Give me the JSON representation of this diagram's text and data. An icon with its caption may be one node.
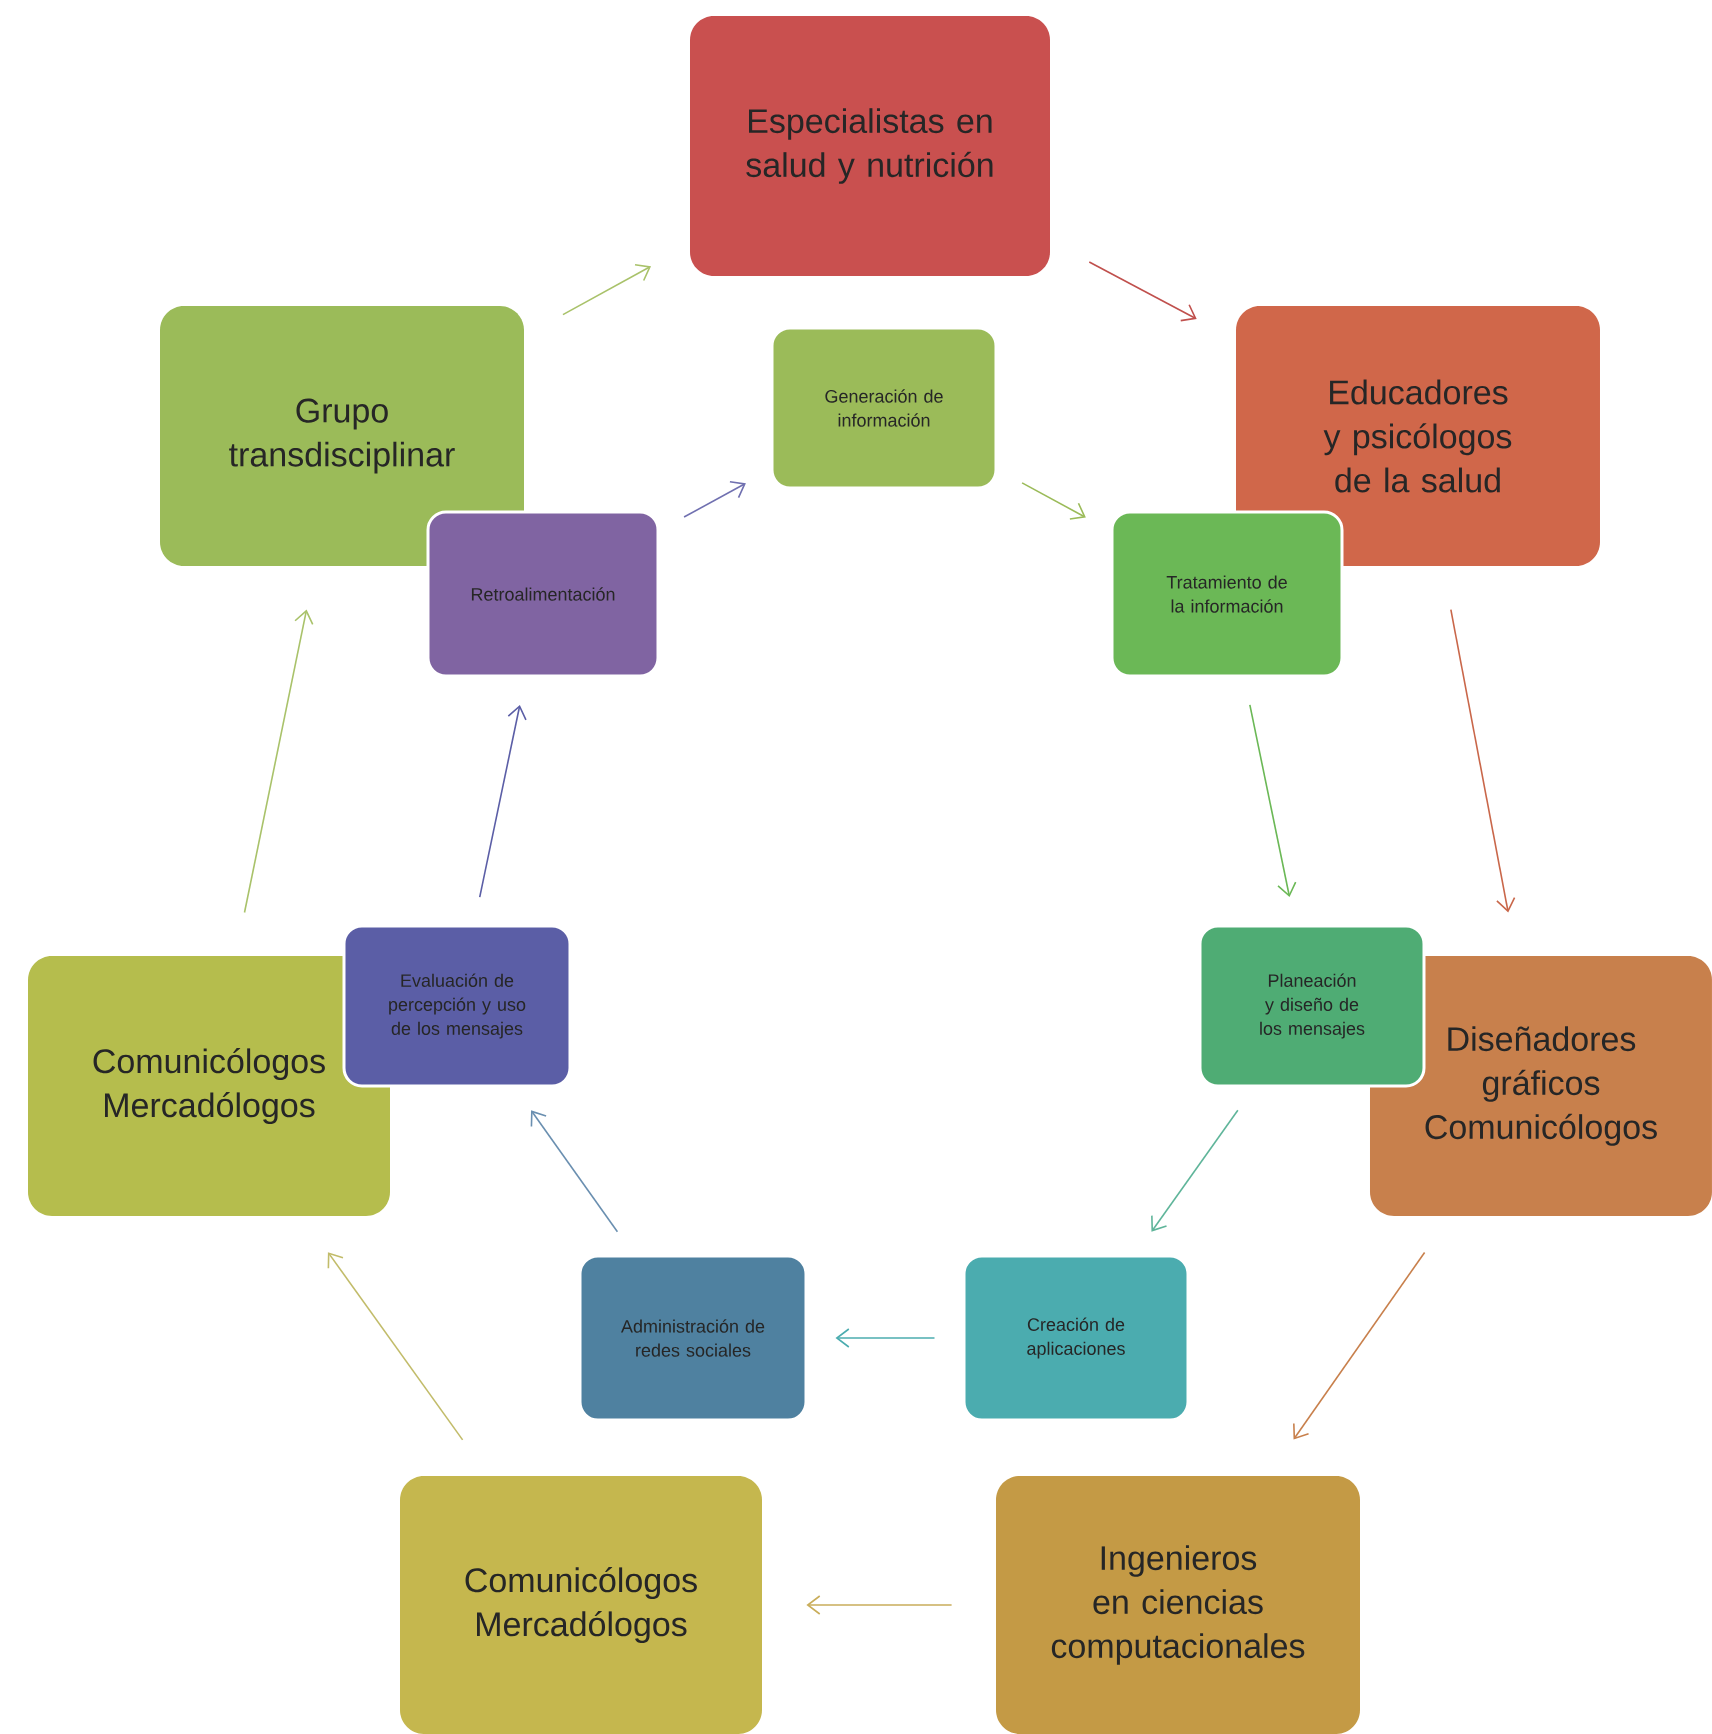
{
  "diagram": {
    "nodes": [
      {
        "text": [
          "Especialistas en salud y nutrición"
        ]
      },
      {
        "text": [
          "Grupo transdisciplinar"
        ]
      },
      {
        "text": [
          "Educadores y psicólogos de la salud"
        ]
      },
      {
        "text": [
          "Comunicólogos Mercadólogos"
        ]
      },
      {
        "text": [
          "Diseñadores gráficos Comunicólogos"
        ]
      },
      {
        "text": [
          "Comunicólogos Mercadólogos"
        ]
      },
      {
        "text": [
          "Ingenieros en ciencias computacionales"
        ]
      },
      {
        "text": [
          "Generación de información"
        ]
      },
      {
        "text": [
          "Retroalimentación"
        ]
      },
      {
        "text": [
          "Tratamiento de la información"
        ]
      },
      {
        "text": [
          "Evaluación de percepción y uso de los mensajes"
        ]
      },
      {
        "text": [
          "Planeación y diseño de los mensajes"
        ]
      },
      {
        "text": [
          "Administración de redes sociales"
        ]
      },
      {
        "text": [
          "Creación de aplicaciones"
        ]
      }
    ],
    "edges": [
      {
        "from": 0,
        "to": 2,
        "arrow": "to",
        "color": "#c0504d"
      },
      {
        "from": 2,
        "to": 4,
        "arrow": "to",
        "color": "#c9674a"
      },
      {
        "from": 4,
        "to": 6,
        "arrow": "to",
        "color": "#c8804c"
      },
      {
        "from": 6,
        "to": 5,
        "arrow": "to",
        "color": "#c9ad5a"
      },
      {
        "from": 5,
        "to": 3,
        "arrow": "to",
        "color": "#c2bc6a"
      },
      {
        "from": 3,
        "to": 1,
        "arrow": "to",
        "color": "#a9c26a"
      },
      {
        "from": 1,
        "to": 0,
        "arrow": "to",
        "color": "#a9c26a"
      },
      {
        "from": 7,
        "to": 9,
        "arrow": "to",
        "color": "#9bbb59"
      },
      {
        "from": 9,
        "to": 11,
        "arrow": "to",
        "color": "#6bb856"
      },
      {
        "from": 11,
        "to": 13,
        "arrow": "to",
        "color": "#5fb59a"
      },
      {
        "from": 13,
        "to": 12,
        "arrow": "to",
        "color": "#4bacaf"
      },
      {
        "from": 12,
        "to": 10,
        "arrow": "to",
        "color": "#6a8fb0"
      },
      {
        "from": 10,
        "to": 8,
        "arrow": "to",
        "color": "#5b5ea6"
      },
      {
        "from": 8,
        "to": 7,
        "arrow": "to",
        "color": "#7070b0"
      }
    ]
  }
}
